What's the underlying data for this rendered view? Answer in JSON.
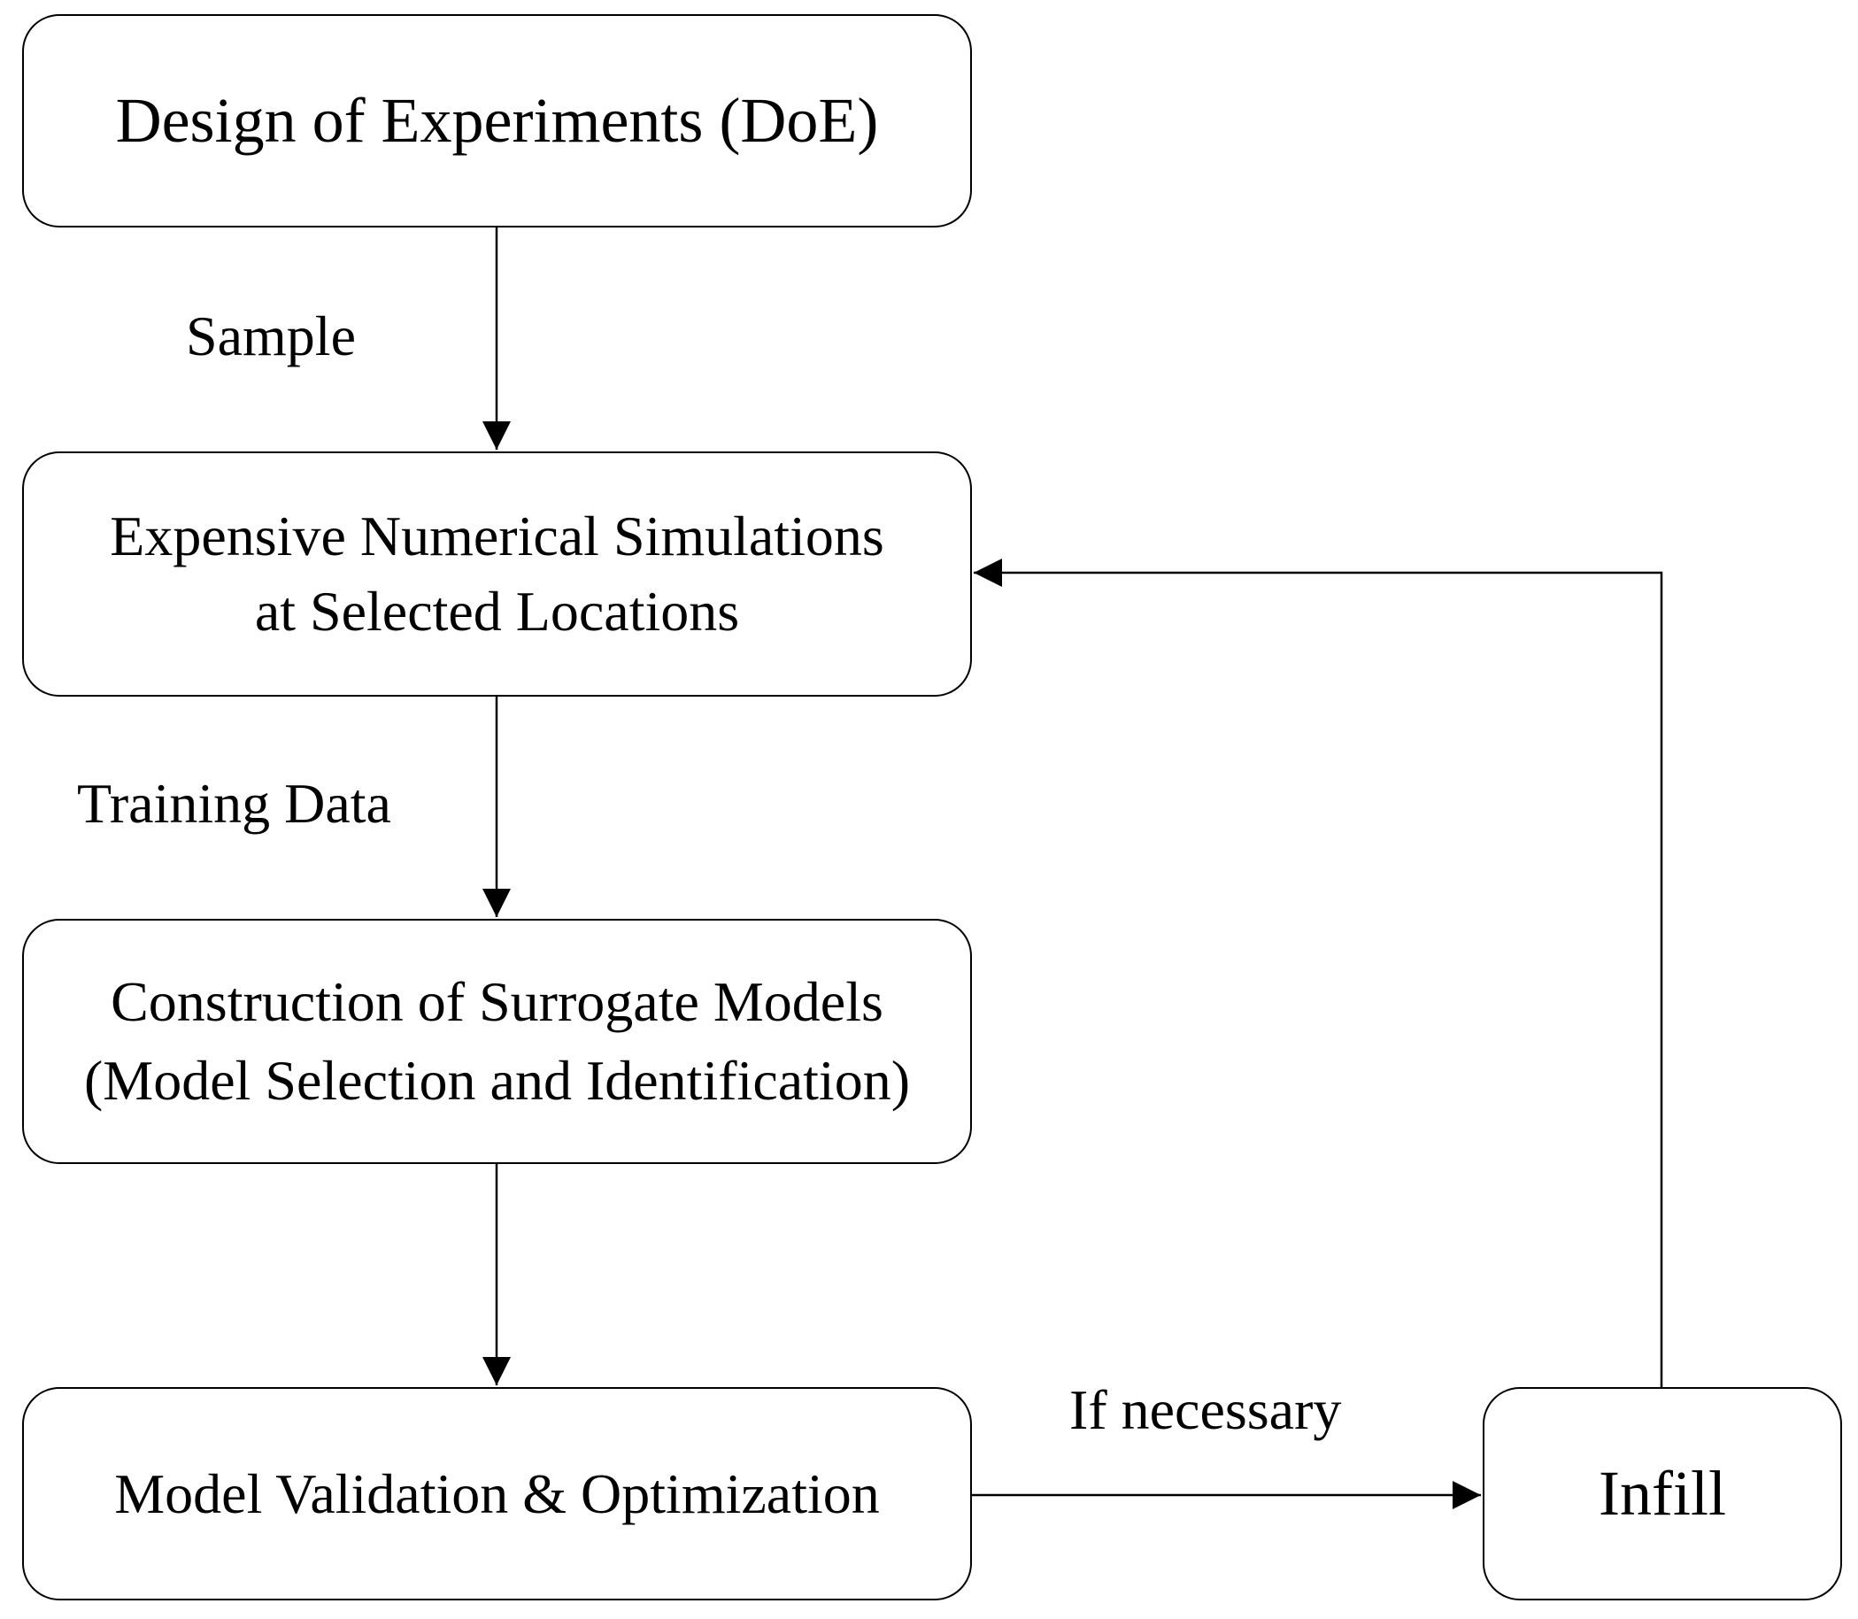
{
  "nodes": {
    "doe": {
      "lines": [
        "Design of Experiments (DoE)"
      ]
    },
    "simulations": {
      "lines": [
        "Expensive Numerical Simulations",
        "at Selected Locations"
      ]
    },
    "surrogate": {
      "lines": [
        "Construction of Surrogate Models",
        "(Model Selection and Identification)"
      ]
    },
    "validation": {
      "lines": [
        "Model Validation & Optimization"
      ]
    },
    "infill": {
      "lines": [
        "Infill"
      ]
    }
  },
  "edges": {
    "doe_to_simulations": {
      "label": "Sample"
    },
    "simulations_to_surrogate": {
      "label": "Training Data"
    },
    "surrogate_to_validation": {
      "label": ""
    },
    "validation_to_infill": {
      "label": "If necessary"
    },
    "infill_to_simulations": {
      "label": ""
    }
  },
  "colors": {
    "stroke": "#000000",
    "background": "#ffffff",
    "text": "#000000"
  }
}
